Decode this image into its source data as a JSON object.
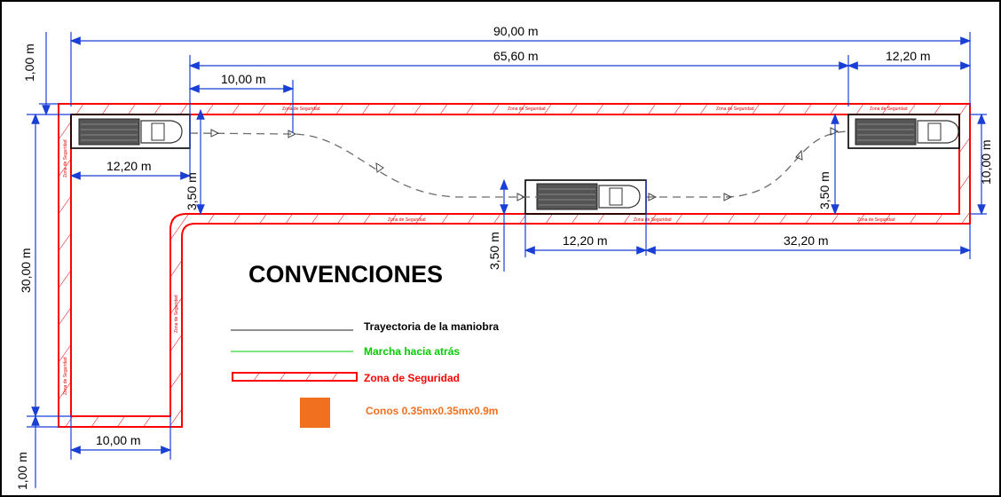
{
  "dimensions": {
    "total_length": "90,00 m",
    "inner_length": "65,60 m",
    "right_bay": "12,20 m",
    "offset_top": "10,00 m",
    "left_bay": "12,20 m",
    "lane_width_left": "3,50 m",
    "middle_bay": "12,20 m",
    "right_span": "32,20 m",
    "lane_width_middle": "3,50 m",
    "lane_width_right": "3,50 m",
    "outer_width": "10,00 m",
    "height_total": "30,00 m",
    "top_margin": "1,00 m",
    "bottom_margin": "1,00 m",
    "bottom_width": "10,00 m"
  },
  "safety_zone_labels": [
    "Zona de Seguridad"
  ],
  "legend": {
    "title": "CONVENCIONES",
    "items": [
      {
        "label": "Trayectoria de la maniobra",
        "color": "#000000",
        "symbol": "gray-line"
      },
      {
        "label": "Marcha hacia atrás",
        "color": "#00cc00",
        "symbol": "green-line"
      },
      {
        "label": "Zona de Seguridad",
        "color": "#ff0000",
        "symbol": "hatched-red-bar"
      },
      {
        "label": "Conos 0.35mx0.35mx0.9m",
        "color": "#f07020",
        "symbol": "orange-square"
      }
    ]
  },
  "colors": {
    "safety_red": "#ff0000",
    "dimension_blue": "#1a3fd6",
    "cone_orange": "#f07020",
    "path_gray": "#6b6b6b"
  }
}
